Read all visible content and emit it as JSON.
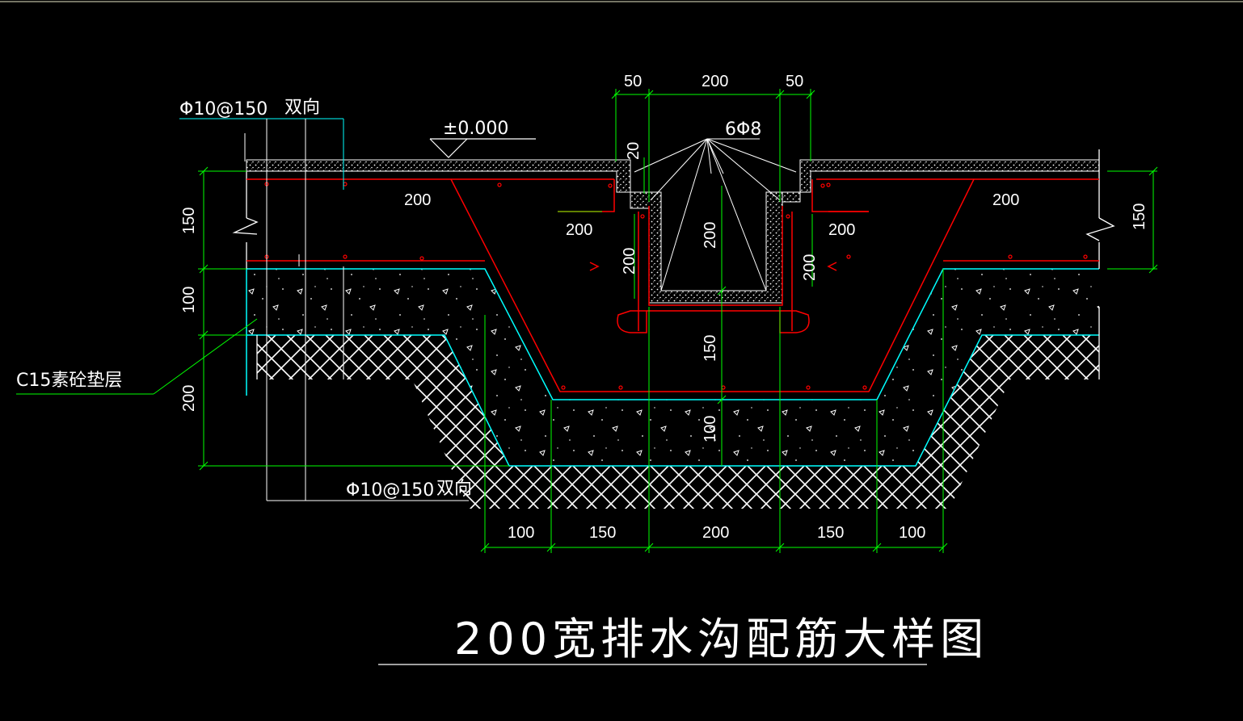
{
  "labels": {
    "rebar_top_left": "Φ10@150",
    "rebar_top_left_dir": "双向",
    "elevation": "±0.000",
    "rebar_channel": "6Φ8",
    "cushion_layer": "C15素砼垫层",
    "rebar_bottom": "Φ10@150",
    "rebar_bottom_dir": "双向",
    "title": "200宽排水沟配筋大样图"
  },
  "dims": {
    "top_50_left": "50",
    "top_200": "200",
    "top_50_right": "50",
    "d20": "20",
    "left_150": "150",
    "left_100": "100",
    "left_200": "200",
    "right_150": "150",
    "slab_200_left": "200",
    "slab_200_right": "200",
    "ledge_200_left": "200",
    "ledge_200_right": "200",
    "wall_200_left": "200",
    "wall_200_right": "200",
    "inner_200": "200",
    "center_150": "150",
    "center_100": "100",
    "bottom": [
      "100",
      "150",
      "200",
      "150",
      "100"
    ]
  },
  "colors": {
    "background": "#000000",
    "dimension": "#00ff00",
    "rebar": "#ff0000",
    "outline": "#00ffff",
    "text": "#ffffff",
    "hatch": "#ffffff"
  }
}
